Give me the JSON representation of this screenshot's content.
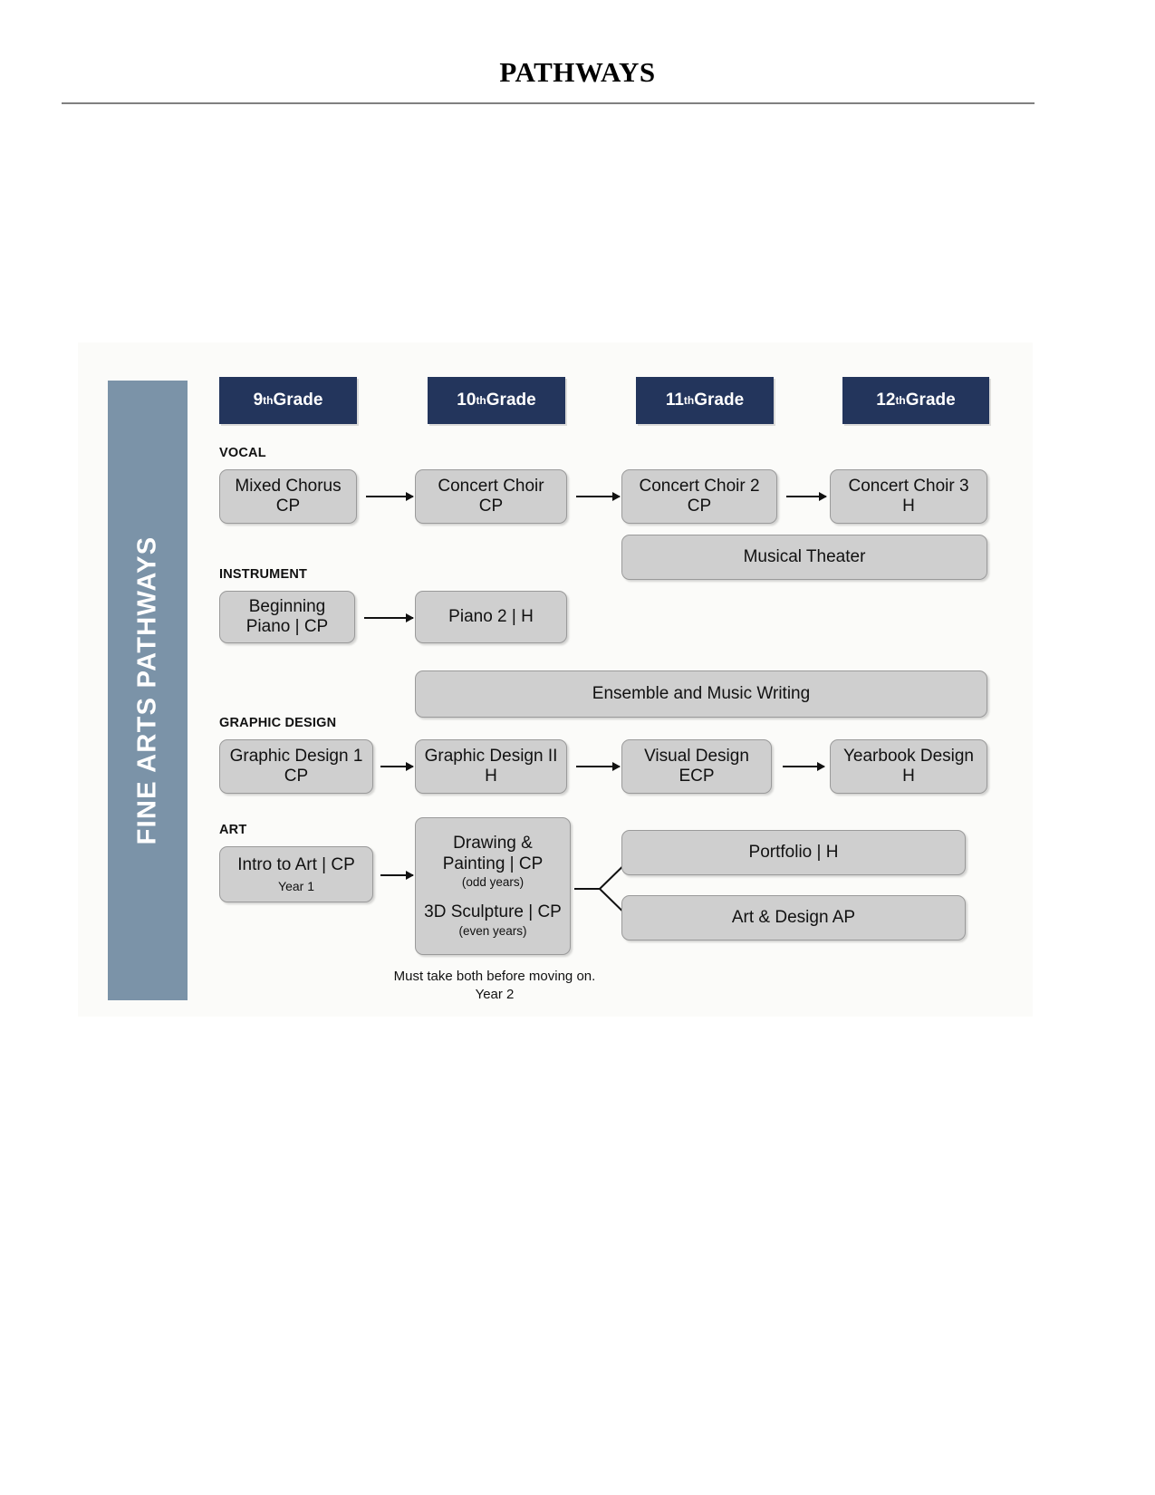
{
  "page": {
    "title": "PATHWAYS"
  },
  "diagram": {
    "banner_label": "FINE ARTS PATHWAYS",
    "colors": {
      "banner": "#7b93a8",
      "grade_chip": "#23355c",
      "course_box": "#cfcfcf",
      "course_border": "#9a9a9a",
      "panel_bg": "#fbfbf9",
      "text": "#111111"
    },
    "grades": [
      {
        "label": "9",
        "suffix": "th",
        "tail": " Grade"
      },
      {
        "label": "10",
        "suffix": "th",
        "tail": " Grade"
      },
      {
        "label": "11",
        "suffix": "th",
        "tail": " Grade"
      },
      {
        "label": "12",
        "suffix": "th",
        "tail": " Grade"
      }
    ],
    "sections": [
      {
        "name": "vocal",
        "label": "VOCAL"
      },
      {
        "name": "instrument",
        "label": "INSTRUMENT"
      },
      {
        "name": "graphic-design",
        "label": "GRAPHIC DESIGN"
      },
      {
        "name": "art",
        "label": "ART"
      }
    ],
    "courses": {
      "mixed_chorus": {
        "title": "Mixed Chorus",
        "level": "CP"
      },
      "concert_choir": {
        "title": "Concert Choir",
        "level": "CP"
      },
      "concert_choir_2": {
        "title": "Concert Choir 2",
        "level": "CP"
      },
      "concert_choir_3": {
        "title": "Concert Choir 3",
        "level": "H"
      },
      "musical_theater": {
        "title": "Musical Theater"
      },
      "beginning_piano": {
        "title": "Beginning",
        "level": "Piano | CP"
      },
      "piano_2": {
        "title": "Piano 2 | H"
      },
      "ensemble_music_writing": {
        "title": "Ensemble and Music Writing"
      },
      "graphic_design_1": {
        "title": "Graphic Design 1",
        "level": "CP"
      },
      "graphic_design_2": {
        "title": "Graphic Design II",
        "level": "H"
      },
      "visual_design": {
        "title": "Visual Design",
        "level": "ECP"
      },
      "yearbook_design": {
        "title": "Yearbook Design",
        "level": "H"
      },
      "intro_to_art": {
        "title": "Intro to Art | CP",
        "year": "Year 1"
      },
      "drawing_painting": {
        "title": "Drawing &",
        "title2": "Painting | CP",
        "note": "(odd years)"
      },
      "sculpture_3d": {
        "title": "3D Sculpture | CP",
        "note": "(even years)"
      },
      "portfolio": {
        "title": "Portfolio | H"
      },
      "art_design_ap": {
        "title": "Art & Design AP"
      }
    },
    "footnote": {
      "line1": "Must take both before moving on.",
      "line2": "Year 2"
    }
  }
}
